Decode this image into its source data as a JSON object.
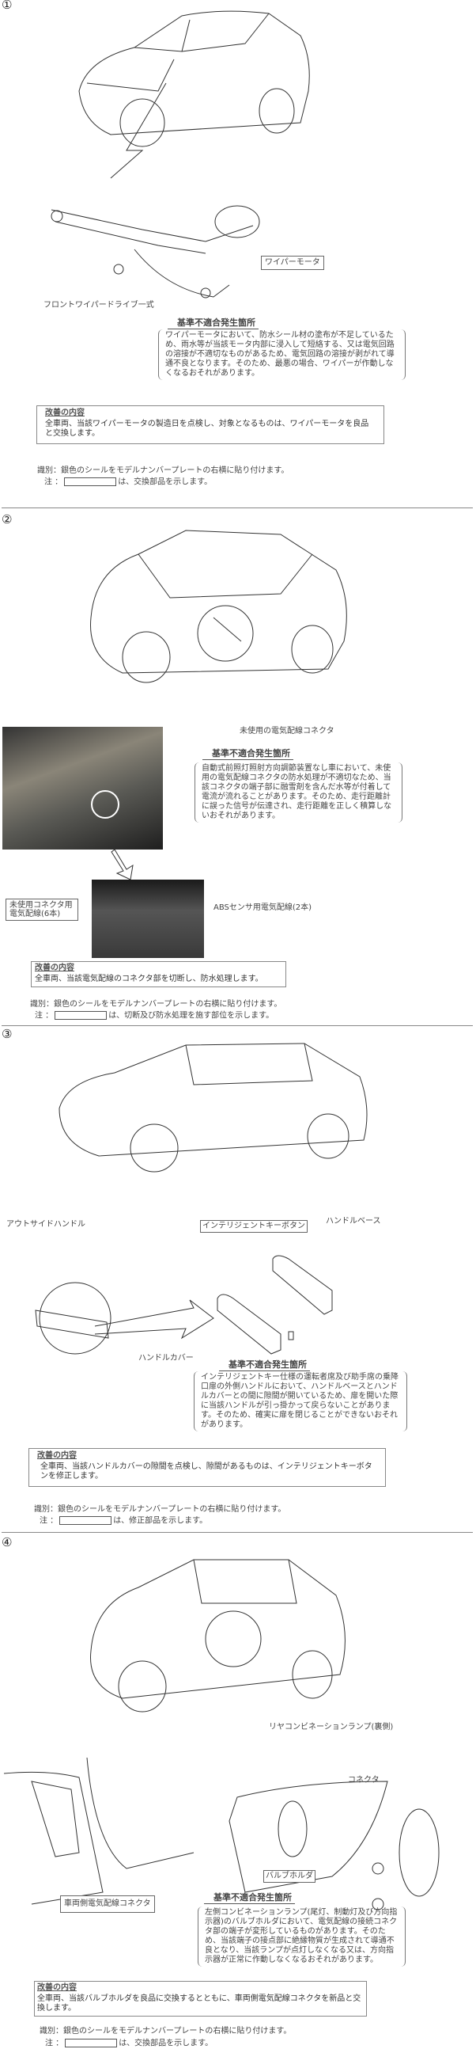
{
  "common": {
    "defect_heading": "基準不適合発生箇所",
    "improve_title": "改善の内容",
    "id_line": "識別：銀色のシールをモデルナンバープレートの右横に貼り付けます。",
    "note_prefix": "注 ："
  },
  "sections": [
    {
      "number": "①",
      "labels": {
        "wiper_motor": "ワイパーモータ",
        "wiper_drive": "フロントワイパードライブ一式"
      },
      "defect": "ワイパーモータにおいて、防水シール材の塗布が不足しているため、雨水等が当該モータ内部に浸入して短絡する、又は電気回路の溶接が不適切なものがあるため、電気回路の溶接が剥がれて導通不良となります。そのため、最悪の場合、ワイパーが作動しなくなるおそれがあります。",
      "improve": "全車両、当該ワイパーモータの製造日を点検し、対象となるものは、ワイパーモータを良品と交換します。",
      "note": "は、交換部品を示します。"
    },
    {
      "number": "②",
      "labels": {
        "unused_connector": "未使用の電気配線コネクタ",
        "unused_wires": "未使用コネクタ用電気配線(6本)",
        "abs_wires": "ABSセンサ用電気配線(2本)"
      },
      "defect": "自動式前照灯照射方向調節装置なし車において、未使用の電気配線コネクタの防水処理が不適切なため、当該コネクタの端子部に融雪剤を含んだ水等が付着して電流が流れることがあります。そのため、走行距離計に誤った信号が伝達され、走行距離を正しく積算しないおそれがあります。",
      "improve": "全車両、当該電気配線のコネクタ部を切断し、防水処理します。",
      "note": "は、切断及び防水処理を施す部位を示します。"
    },
    {
      "number": "③",
      "labels": {
        "outside_handle": "アウトサイドハンドル",
        "key_button": "インテリジェントキーボタン",
        "handle_base": "ハンドルベース",
        "handle_cover": "ハンドルカバー"
      },
      "defect": "インテリジェントキー仕様の運転者席及び助手席の乗降口扉の外側ハンドルにおいて、ハンドルベースとハンドルカバーとの間に隙間が開いているため、扉を開いた際に当該ハンドルが引っ掛かって戻らないことがあります。そのため、確実に扉を閉じることができないおそれがあります。",
      "improve": "全車両、当該ハンドルカバーの隙間を点検し、隙間があるものは、インテリジェントキーボタンを修正します。",
      "note": "は、修正部品を示します。"
    },
    {
      "number": "④",
      "labels": {
        "rear_lamp": "リヤコンビネーションランプ(裏側)",
        "connector": "コネクタ",
        "bulb_holder": "バルブホルダ",
        "vehicle_connector": "車両側電気配線コネクタ"
      },
      "defect": "左側コンビネーションランプ(尾灯、制動灯及び方向指示器)のバルブホルダにおいて、電気配線の接続コネクタ部の端子が変形しているものがあります。そのため、当該端子の接点部に絶縁物質が生成されて導通不良となり、当該ランプが点灯しなくなる又は、方向指示器が正常に作動しなくなるおそれがあります。",
      "improve": "全車両、当該バルブホルダを良品に交換するとともに、車両側電気配線コネクタを新品と交換します。",
      "note": "は、交換部品を示します。"
    }
  ]
}
